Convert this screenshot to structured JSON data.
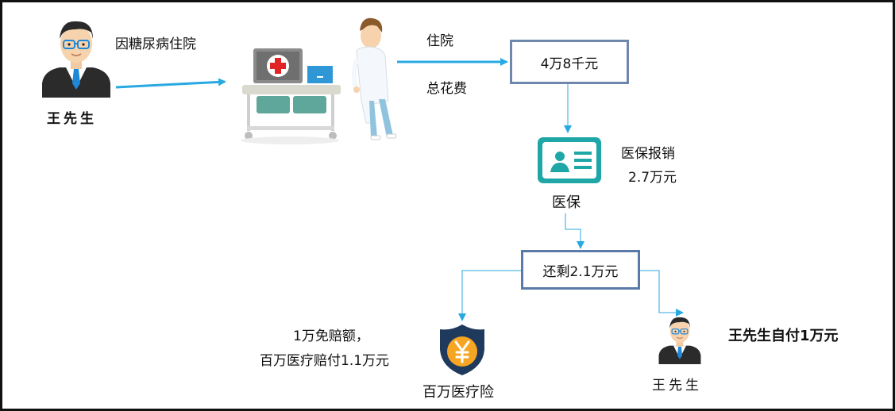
{
  "colors": {
    "arrow_blue": "#29a9e1",
    "box_border": "#6f86ad",
    "card_teal": "#1fa6a6",
    "shield_navy": "#1f3a5c",
    "coin_orange": "#f6a623"
  },
  "person_top": {
    "name": "王先生",
    "reason": "因糖尿病住院",
    "icon": "businessman-icon"
  },
  "hospital": {
    "icon": "hospital-bed-doctor-icon"
  },
  "cost": {
    "label_top": "住院",
    "label_bottom": "总花费",
    "total": "4万8千元"
  },
  "insurance_card": {
    "icon": "id-card-icon",
    "name": "医保",
    "reimburse_label": "医保报销",
    "reimburse_amount": "2.7万元"
  },
  "remaining": {
    "label": "还剩2.1万元"
  },
  "million_plan": {
    "icon": "yuan-shield-icon",
    "name": "百万医疗险",
    "note_line1": "1万免赔额，",
    "note_line2": "百万医疗赔付1.1万元"
  },
  "person_bottom": {
    "name": "王先生",
    "pays": "王先生自付1万元",
    "icon": "businessman-icon"
  }
}
